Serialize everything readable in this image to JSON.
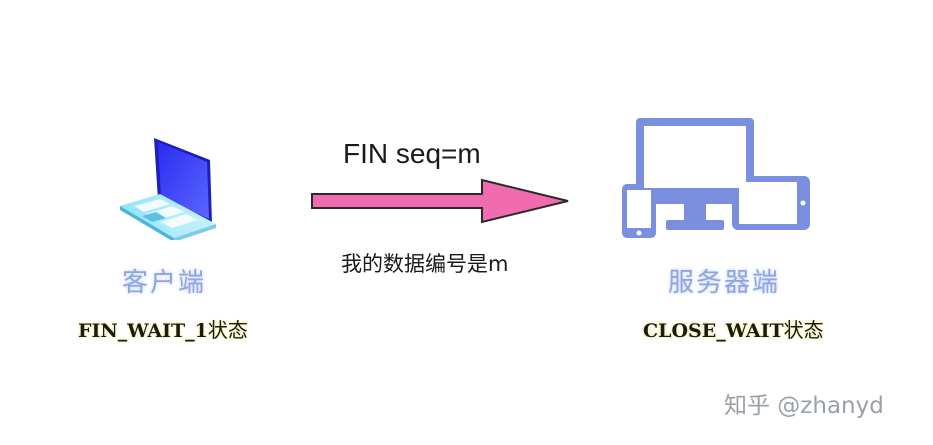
{
  "client": {
    "label": "客户端",
    "state_code": "FIN_WAIT_1",
    "state_suffix": "状态",
    "icon": "laptop-icon"
  },
  "server": {
    "label": "服务器端",
    "state_code": "CLOSE_WAIT",
    "state_suffix": "状态",
    "icon": "devices-icon"
  },
  "message": {
    "packet": "FIN seq=m",
    "note": "我的数据编号是m",
    "direction": "client-to-server"
  },
  "watermark": "知乎 @zhanyd",
  "colors": {
    "arrow_fill": "#f06bb0",
    "arrow_stroke": "#2a2a2a",
    "device_blue": "#7b8fe0",
    "label_blue": "#8fa6e0",
    "laptop_screen": "#3b3ff0",
    "laptop_base": "#5ac8f0"
  }
}
